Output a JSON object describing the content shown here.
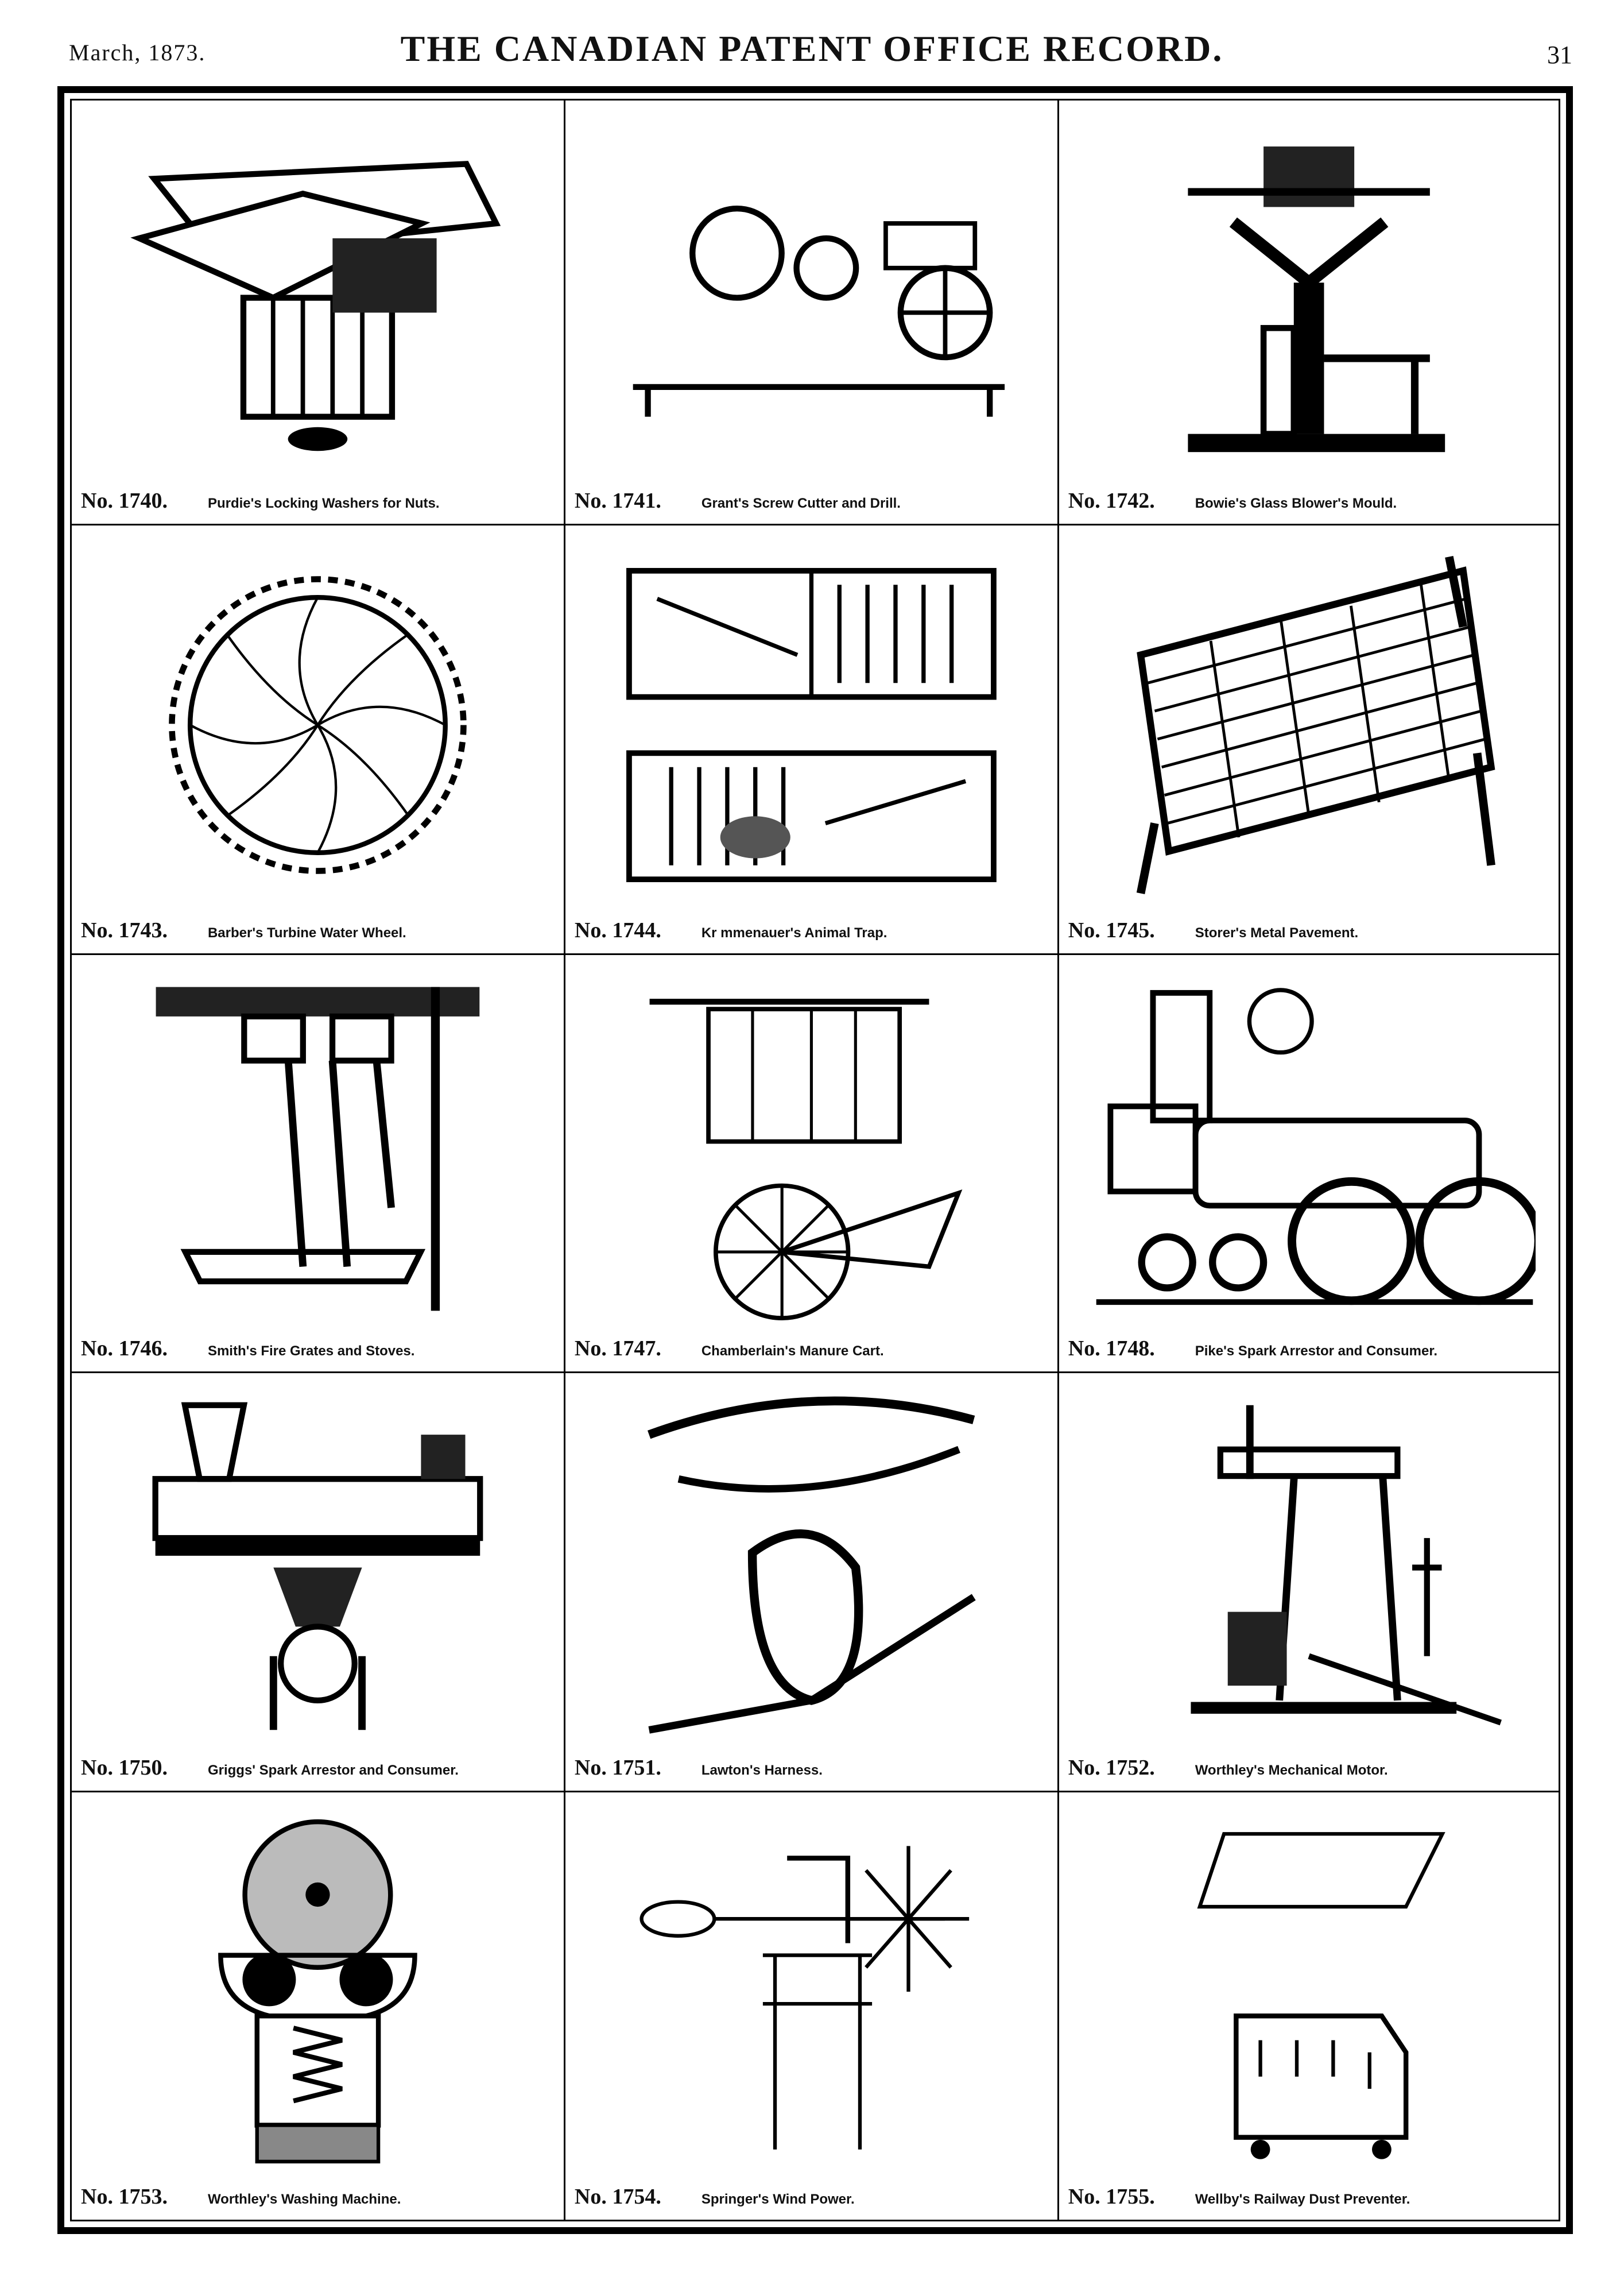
{
  "header": {
    "left": "March, 1873.",
    "title": "THE CANADIAN PATENT OFFICE RECORD.",
    "page": "31"
  },
  "figures": [
    {
      "no": "No. 1740.",
      "title": "Purdie's Locking Washers for Nuts.",
      "icon": "washer-assembly-icon"
    },
    {
      "no": "No. 1741.",
      "title": "Grant's Screw Cutter and Drill.",
      "icon": "screw-cutter-icon"
    },
    {
      "no": "No. 1742.",
      "title": "Bowie's Glass Blower's Mould.",
      "icon": "mould-press-icon"
    },
    {
      "no": "No. 1743.",
      "title": "Barber's Turbine Water Wheel.",
      "icon": "turbine-wheel-icon"
    },
    {
      "no": "No. 1744.",
      "title": "Kr  mmenauer's Animal Trap.",
      "icon": "animal-trap-icon"
    },
    {
      "no": "No. 1745.",
      "title": "Storer's Metal Pavement.",
      "icon": "pavement-grid-icon"
    },
    {
      "no": "No. 1746.",
      "title": "Smith's Fire Grates and Stoves.",
      "icon": "fire-grate-icon"
    },
    {
      "no": "No. 1747.",
      "title": "Chamberlain's Manure Cart.",
      "icon": "manure-cart-icon"
    },
    {
      "no": "No. 1748.",
      "title": "Pike's Spark Arrestor and Consumer.",
      "icon": "locomotive-icon"
    },
    {
      "no": "No. 1750.",
      "title": "Griggs' Spark Arrestor and Consumer.",
      "icon": "spark-arrestor-icon"
    },
    {
      "no": "No. 1751.",
      "title": "Lawton's Harness.",
      "icon": "harness-hame-icon"
    },
    {
      "no": "No. 1752.",
      "title": "Worthley's Mechanical Motor.",
      "icon": "mechanical-motor-icon"
    },
    {
      "no": "No. 1753.",
      "title": "Worthley's Washing Machine.",
      "icon": "washing-machine-icon"
    },
    {
      "no": "No. 1754.",
      "title": "Springer's Wind Power.",
      "icon": "windmill-icon"
    },
    {
      "no": "No. 1755.",
      "title": "Wellby's Railway Dust Preventer.",
      "icon": "railway-car-icon"
    }
  ]
}
